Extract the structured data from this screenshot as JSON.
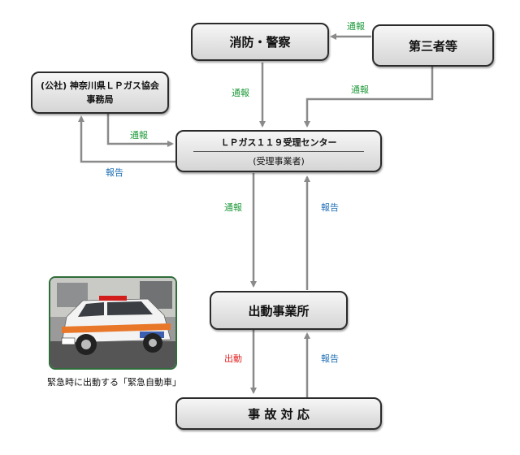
{
  "nodes": {
    "police_fire": "消防・警察",
    "third_party": "第三者等",
    "assoc_line1": "(公社) 神奈川県ＬＰガス協会",
    "assoc_line2": "事務局",
    "center_title": "ＬＰガス１１９受理センター",
    "center_sub": "(受理事業者)",
    "dispatch_office": "出動事業所",
    "accident_response": "事 故 対 応"
  },
  "edge_labels": {
    "third_to_police": "通報",
    "police_to_center": "通報",
    "third_to_center": "通報",
    "assoc_to_center": "通報",
    "center_to_assoc": "報告",
    "center_to_dispatch": "通報",
    "dispatch_to_center": "報告",
    "dispatch_to_accident": "出動",
    "accident_to_dispatch": "報告"
  },
  "photo_caption": "緊急時に出動する「緊急自動車」",
  "colors": {
    "notify": "#1f9a3a",
    "report": "#1f6fb5",
    "dispatch": "#e02020",
    "arrow": "#8a8a8a"
  }
}
